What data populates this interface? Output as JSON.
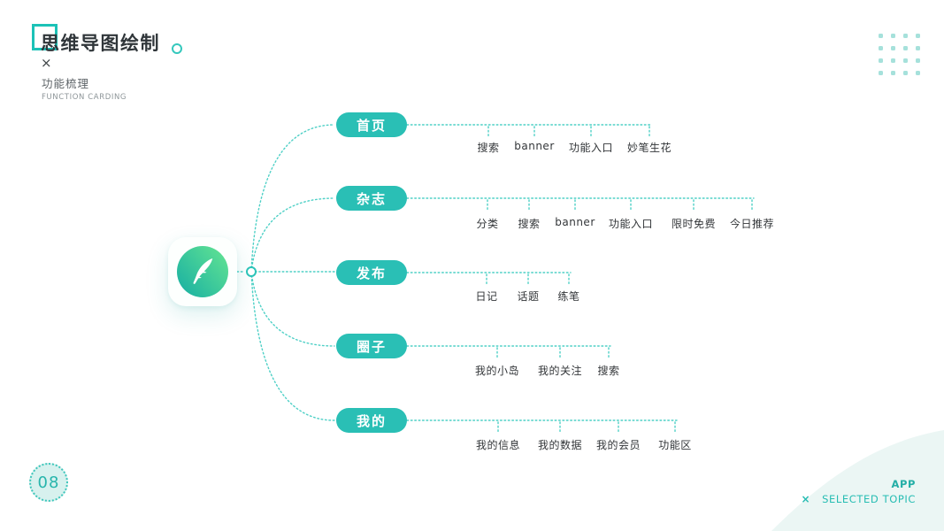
{
  "header": {
    "title": "思维导图绘制",
    "close_mark": "×",
    "subtitle_cn": "功能梳理",
    "subtitle_en": "FUNCTION CARDING"
  },
  "mindmap": {
    "branches": [
      {
        "label": "首页",
        "children": [
          "搜索",
          "banner",
          "功能入口",
          "妙笔生花"
        ]
      },
      {
        "label": "杂志",
        "children": [
          "分类",
          "搜索",
          "banner",
          "功能入口",
          "限时免费",
          "今日推荐"
        ]
      },
      {
        "label": "发布",
        "children": [
          "日记",
          "话题",
          "练笔"
        ]
      },
      {
        "label": "圈子",
        "children": [
          "我的小岛",
          "我的关注",
          "搜索"
        ]
      },
      {
        "label": "我的",
        "children": [
          "我的信息",
          "我的数据",
          "我的会员",
          "功能区"
        ]
      }
    ]
  },
  "footer": {
    "page_number": "08",
    "app_label": "APP",
    "topic_mark": "×",
    "topic_label": "SELECTED TOPIC"
  },
  "colors": {
    "accent_teal": "#2abfb5",
    "line_teal": "#4ed0c6",
    "icon_gradient_start": "#1cb2a2",
    "icon_gradient_end": "#5fe193",
    "corner_shape": "#ebf6f4",
    "dots": "#a6e1db"
  }
}
